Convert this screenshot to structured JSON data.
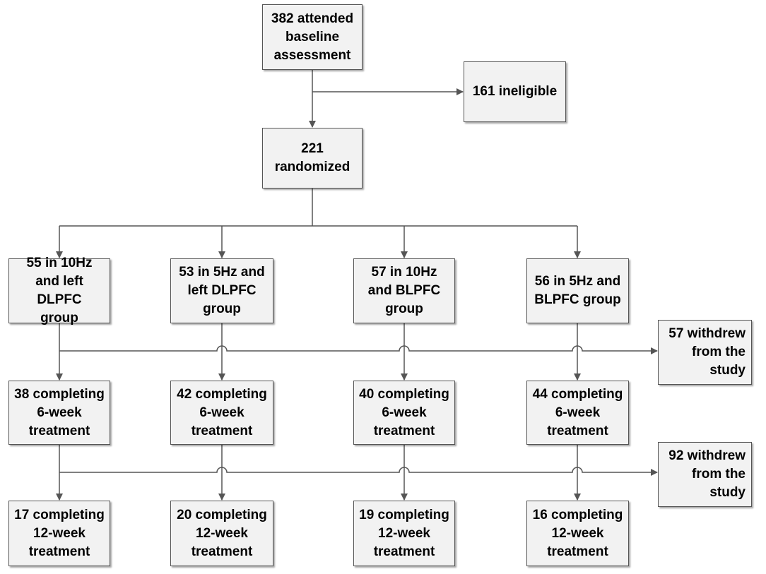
{
  "boxes": {
    "attended": "382 attended\nbaseline\nassessment",
    "ineligible": "161 ineligible",
    "randomized": "221\nrandomized",
    "g1": "55 in 10Hz\nand left DLPFC\ngroup",
    "g2": "53 in 5Hz and\nleft DLPFC\ngroup",
    "g3": "57 in 10Hz\nand BLPFC\ngroup",
    "g4": "56 in 5Hz and\nBLPFC group",
    "w1": "57 withdrew\nfrom the\nstudy",
    "c6_1": "38 completing\n6-week\ntreatment",
    "c6_2": "42 completing\n6-week\ntreatment",
    "c6_3": "40 completing\n6-week\ntreatment",
    "c6_4": "44 completing\n6-week\ntreatment",
    "w2": "92 withdrew\nfrom the\nstudy",
    "c12_1": "17 completing\n12-week\ntreatment",
    "c12_2": "20 completing\n12-week\ntreatment",
    "c12_3": "19 completing\n12-week\ntreatment",
    "c12_4": "16 completing\n12-week\ntreatment"
  },
  "colors": {
    "box_fill": "#f2f2f2",
    "box_border": "#555555",
    "line": "#555555"
  }
}
